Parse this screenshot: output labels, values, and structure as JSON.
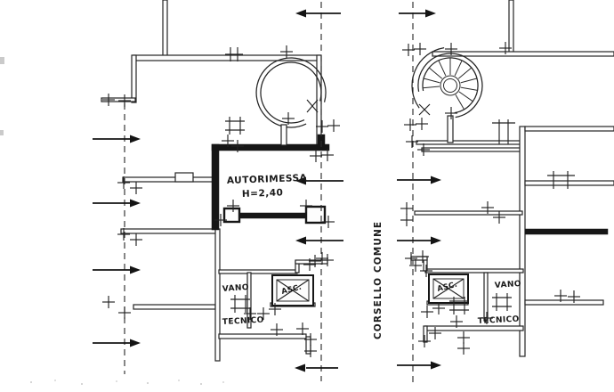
{
  "drawing": {
    "kind": "hand-drawn architectural floor plan, garage level, two plan details",
    "colors": {
      "ink": "#212121",
      "paper": "#ffffff"
    }
  },
  "labels": {
    "left_plan": {
      "room": "AUTORIMESSA",
      "height": "H=2,40",
      "vano": "VANO",
      "tecnico": "TECNICO",
      "elevator": "ASC."
    },
    "right_plan": {
      "vano": "VANO",
      "tecnico": "TECNICO",
      "elevator": "ASC."
    },
    "corridor": "CORSELLO COMUNE"
  }
}
